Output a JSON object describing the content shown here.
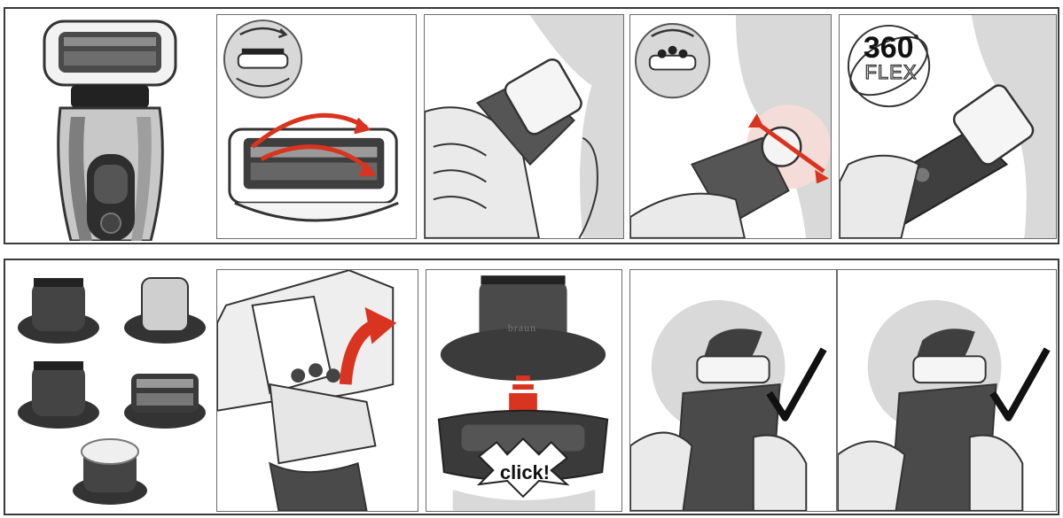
{
  "top_row": {
    "panels": [
      {
        "id": "shaver-overview"
      },
      {
        "id": "head-flex-demo"
      },
      {
        "id": "shaving-cheek"
      },
      {
        "id": "shaving-neck-flex"
      },
      {
        "id": "flex-360-shaving",
        "badge": {
          "number": "360",
          "degree": "°",
          "word": "FLEX"
        }
      }
    ]
  },
  "bottom_row": {
    "panels": [
      {
        "id": "attachments-overview"
      },
      {
        "id": "remove-head"
      },
      {
        "id": "attach-trimmer",
        "brand": "braun",
        "callout": "click!"
      },
      {
        "id": "correct-use-1"
      },
      {
        "id": "correct-use-2"
      }
    ]
  },
  "colors": {
    "accent_red": "#d8341f",
    "dark_grey": "#3c3c3c",
    "mid_grey": "#8a8a8a",
    "light_grey": "#d9d9d9",
    "skin": "#e6e6e6",
    "check": "#111111"
  }
}
